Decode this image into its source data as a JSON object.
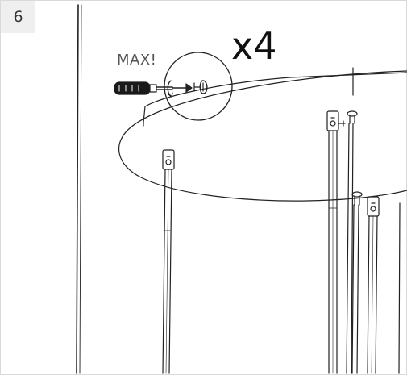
{
  "step": {
    "number": "6"
  },
  "annotations": {
    "max_text": "MAX!",
    "quantity_text": "x4"
  },
  "colors": {
    "stroke": "#222222",
    "frame": "#d9d9d9",
    "step_box_bg": "#efefef",
    "tool_handle": "#1a1a1a"
  },
  "icons": {
    "tool": "screwdriver-icon",
    "fastener": "screw-icon",
    "detail": "magnifier-circle"
  }
}
